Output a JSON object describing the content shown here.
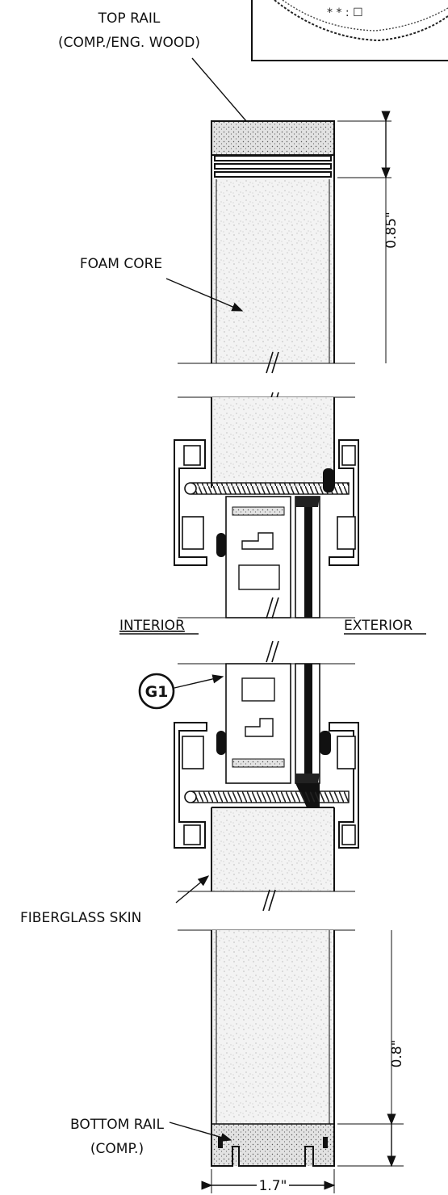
{
  "labels": {
    "top_rail_1": "TOP RAIL",
    "top_rail_2": "(COMP./ENG. WOOD)",
    "foam_core": "FOAM CORE",
    "interior": "INTERIOR",
    "exterior": "EXTERIOR",
    "callout": "G1",
    "fiberglass_skin": "FIBERGLASS SKIN",
    "bottom_rail_1": "BOTTOM RAIL",
    "bottom_rail_2": "(COMP.)"
  },
  "dimensions": {
    "top_height": "0.85\"",
    "bottom_height": "0.8\"",
    "width": "1.7\""
  }
}
